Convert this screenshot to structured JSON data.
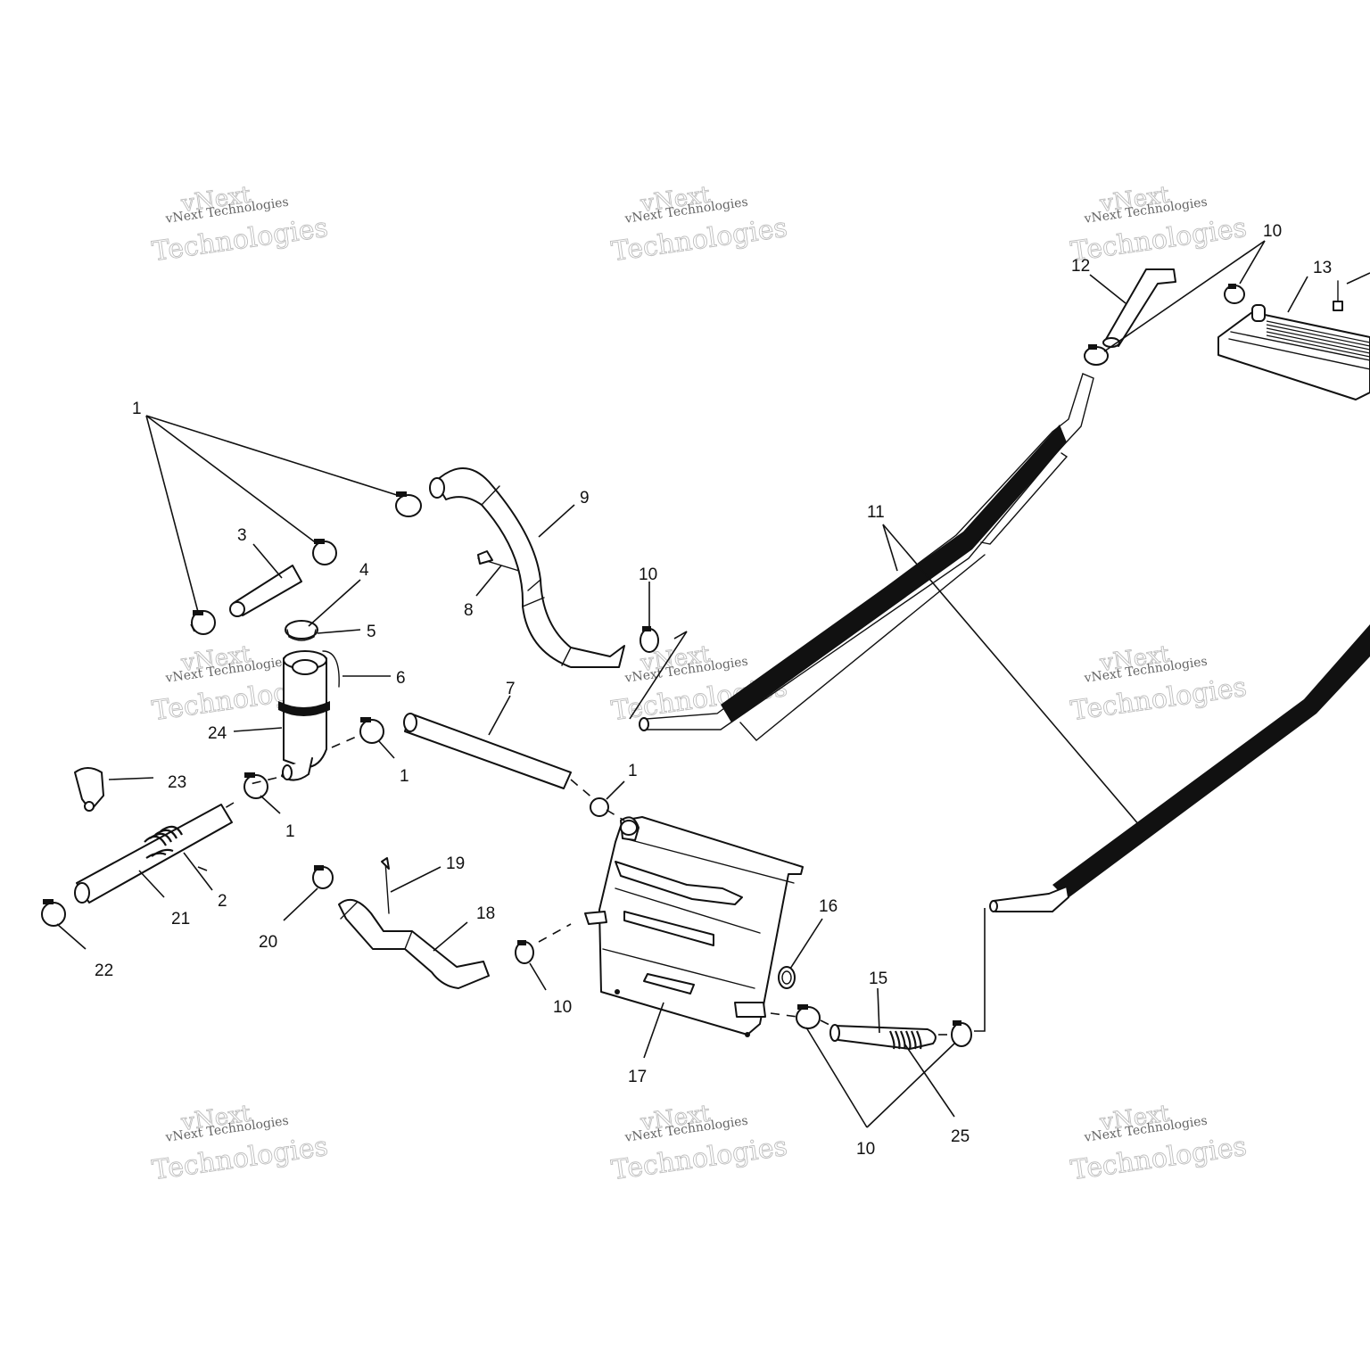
{
  "callouts": {
    "c1a": "1",
    "c1b": "1",
    "c1c": "1",
    "c1d": "1",
    "c2": "2",
    "c3": "3",
    "c4": "4",
    "c5": "5",
    "c6": "6",
    "c7": "7",
    "c8": "8",
    "c9": "9",
    "c10a": "10",
    "c10b": "10",
    "c10c": "10",
    "c10d": "10",
    "c11": "11",
    "c12": "12",
    "c13": "13",
    "c15": "15",
    "c16": "16",
    "c17": "17",
    "c18": "18",
    "c19": "19",
    "c20": "20",
    "c21": "21",
    "c22": "22",
    "c23": "23",
    "c24": "24",
    "c25": "25"
  },
  "watermark": {
    "brand": "vNext",
    "line": "vNext Technologies",
    "word": "Technologies"
  }
}
